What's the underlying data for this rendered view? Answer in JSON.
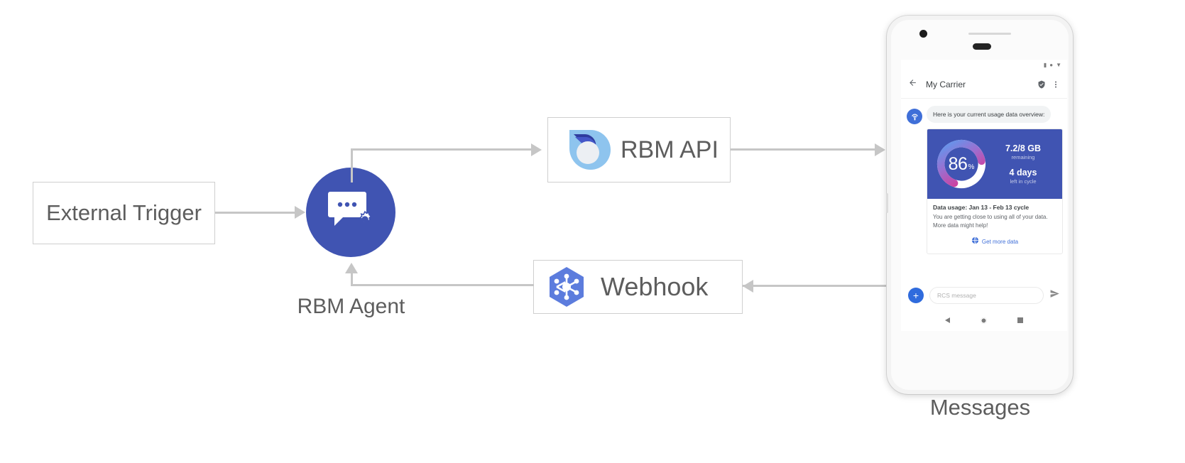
{
  "diagram": {
    "nodes": {
      "external_trigger": {
        "label": "External Trigger"
      },
      "rbm_agent": {
        "label": "RBM Agent",
        "icon": "chat-gear-icon"
      },
      "rbm_api": {
        "label": "RBM API",
        "icon": "rbm-api-logo"
      },
      "webhook": {
        "label": "Webhook",
        "icon": "cloud-functions-hexagon-icon"
      },
      "messages": {
        "label": "Messages"
      }
    },
    "colors": {
      "agent_blue": "#4054b2",
      "connector_gray": "#c6c6c6",
      "box_border": "#cfcfcf",
      "text_gray": "#5d5d5d"
    }
  },
  "phone": {
    "status_bar": {
      "icons": [
        "signal-icon",
        "wifi-icon",
        "battery-icon"
      ]
    },
    "app_bar": {
      "back_icon": "back-arrow-icon",
      "title": "My Carrier",
      "verified_icon": "verified-shield-icon",
      "overflow_icon": "more-vert-icon"
    },
    "conversation": {
      "agent_avatar_icon": "carrier-antenna-icon",
      "message_text": "Here is your current usage data overview:"
    },
    "rich_card": {
      "gauge": {
        "value": "86",
        "unit": "%",
        "percent": 86,
        "track_color": "#ffffff",
        "gradient_start": "#5b9bf0",
        "gradient_mid": "#9b6fd0",
        "gradient_end": "#e0308e"
      },
      "stats": [
        {
          "main": "7.2/8 GB",
          "sub": "remaining"
        },
        {
          "main": "4 days",
          "sub": "left in cycle"
        }
      ],
      "title": "Data usage: Jan 13 - Feb 13 cycle",
      "description": "You are getting close to using all of your data. More data might help!",
      "action": {
        "icon": "globe-icon",
        "label": "Get more data"
      }
    },
    "composer": {
      "plus_label": "+",
      "placeholder": "RCS message",
      "send_icon": "send-icon"
    },
    "nav_bar": {
      "buttons": [
        "back-nav-button",
        "home-nav-button",
        "recents-nav-button"
      ]
    }
  }
}
